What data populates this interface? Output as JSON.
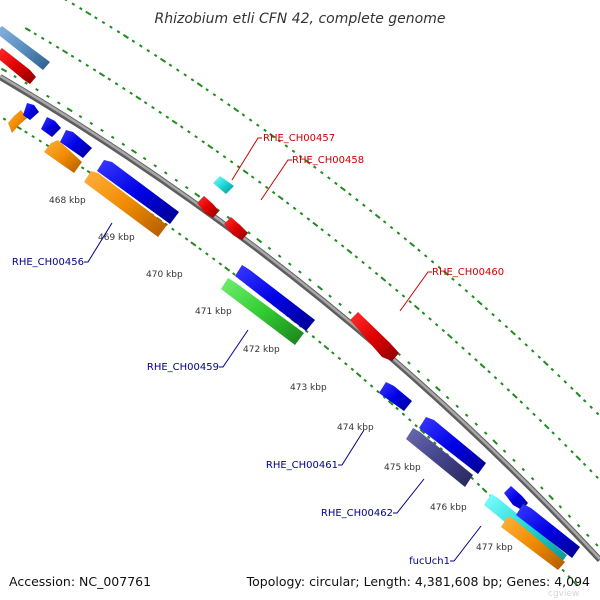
{
  "title": "Rhizobium etli CFN 42, complete genome",
  "footer": {
    "accession": "Accession: NC_007761",
    "summary": "Topology: circular; Length: 4,381,608 bp; Genes: 4,094"
  },
  "watermark": "cgview",
  "colors": {
    "backbone": "#8c8c8c",
    "ticks": "#1f8a1f",
    "label_forward": "#cc0000",
    "label_reverse": "#00008b"
  },
  "tick_labels": [
    "468 kbp",
    "469 kbp",
    "470 kbp",
    "471 kbp",
    "472 kbp",
    "473 kbp",
    "474 kbp",
    "475 kbp",
    "476 kbp",
    "477 kbp"
  ],
  "gene_labels": [
    {
      "name": "RHE_CH00457",
      "strand": "forward"
    },
    {
      "name": "RHE_CH00458",
      "strand": "forward"
    },
    {
      "name": "RHE_CH00460",
      "strand": "forward"
    },
    {
      "name": "RHE_CH00456",
      "strand": "reverse"
    },
    {
      "name": "RHE_CH00459",
      "strand": "reverse"
    },
    {
      "name": "RHE_CH00461",
      "strand": "reverse"
    },
    {
      "name": "RHE_CH00462",
      "strand": "reverse"
    },
    {
      "name": "fucUch1",
      "strand": "reverse"
    }
  ]
}
